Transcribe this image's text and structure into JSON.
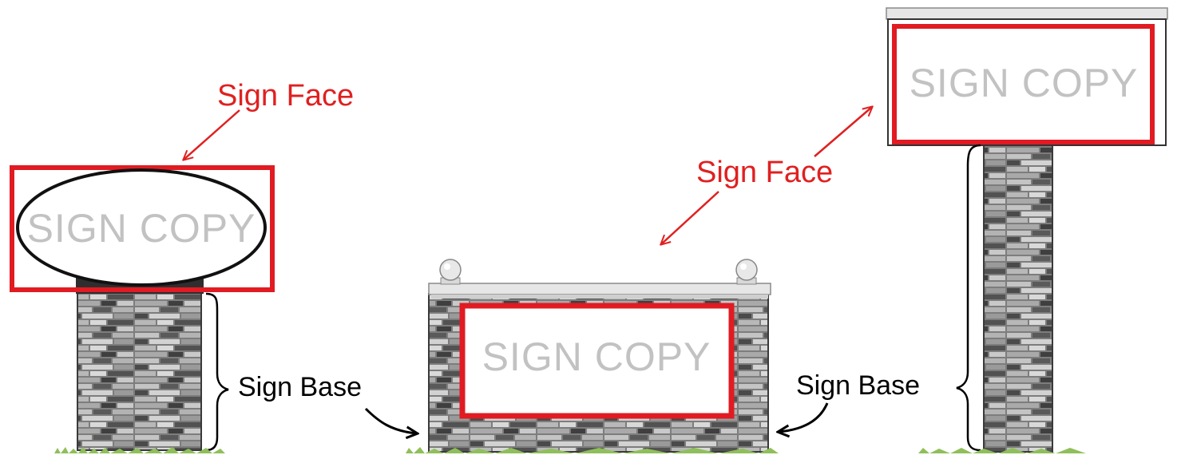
{
  "labels": {
    "sign_face": "Sign Face",
    "sign_base": "Sign Base",
    "sign_copy": "SIGN COPY"
  },
  "colors": {
    "outline_red": "#e11b22",
    "label_red": "#e02020",
    "copy_gray": "#c2c2c2",
    "stone_light": "#bdbdbd",
    "stone_dark": "#4a4a4a",
    "mortar": "#7d7d7d",
    "grass": "#8fbf5a",
    "cap": "#e6e6e6"
  },
  "icons": [
    "arrow-icon",
    "brace-icon",
    "finial-ball-icon",
    "grass-icon"
  ]
}
